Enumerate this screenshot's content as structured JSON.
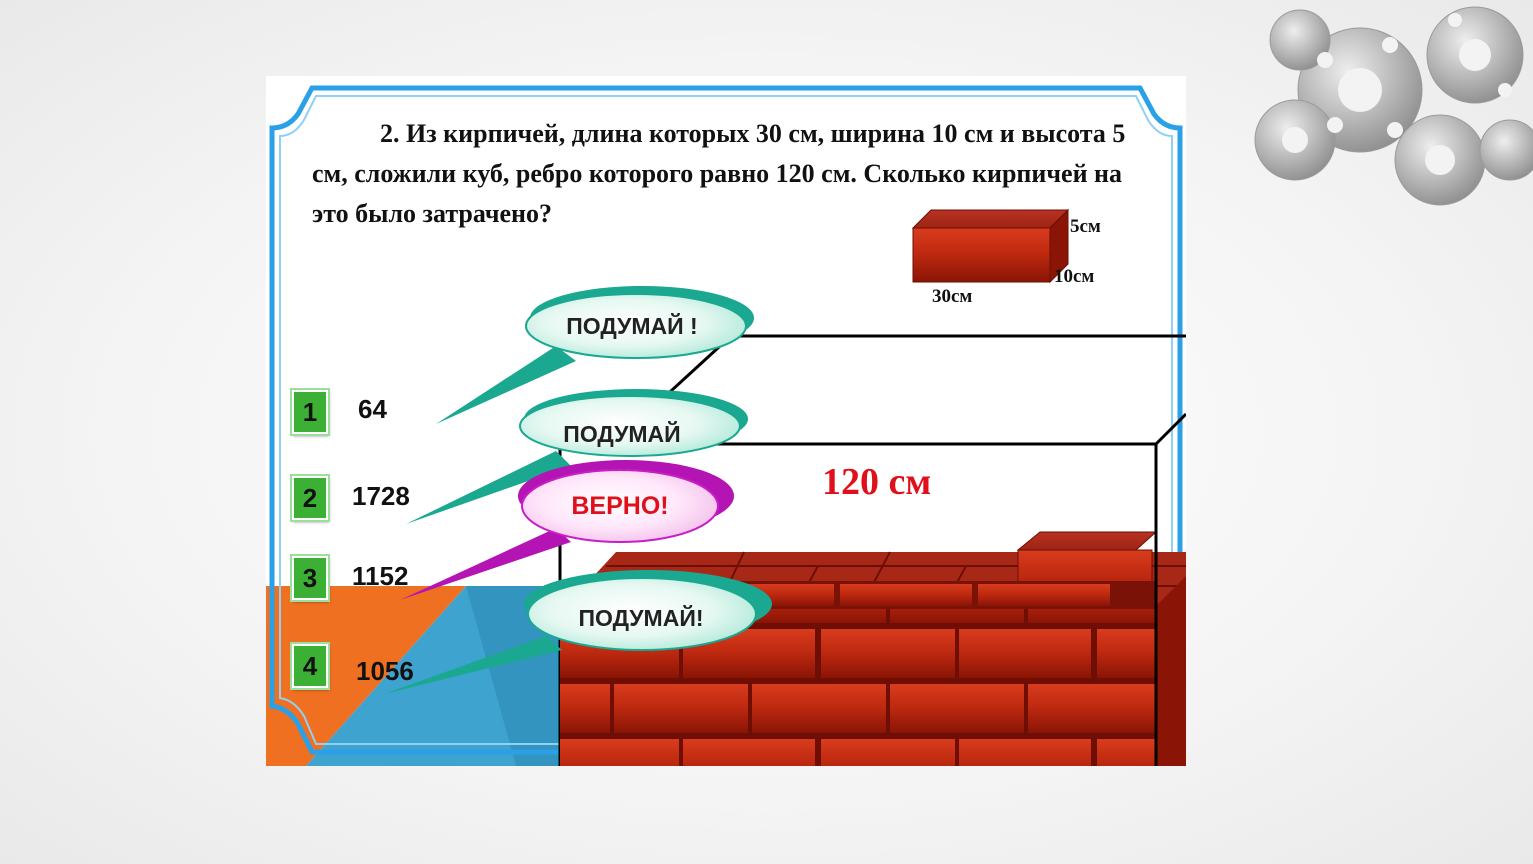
{
  "question": {
    "text": "2. Из кирпичей, длина которых 30 см, ширина 10 см и высота 5 см, сложили куб, ребро которого равно 120 см. Сколько кирпичей на это было затрачено?"
  },
  "brick_dimensions": {
    "height": "5см",
    "width": "10см",
    "length": "30см"
  },
  "cube": {
    "edge_label": "120 см"
  },
  "options": [
    {
      "number": "1",
      "value": "64"
    },
    {
      "number": "2",
      "value": "1728"
    },
    {
      "number": "3",
      "value": "1152"
    },
    {
      "number": "4",
      "value": "1056"
    }
  ],
  "bubbles": [
    {
      "text": "ПОДУМАЙ !",
      "color": "#20b89a"
    },
    {
      "text": "ПОДУМАЙ",
      "color": "#20b89a"
    },
    {
      "text": "ВЕРНО!",
      "color": "#c81ec8"
    },
    {
      "text": "ПОДУМАЙ!",
      "color": "#20b89a"
    }
  ],
  "colors": {
    "frame": "#2aa0e6",
    "brick": "#b81e0c",
    "option_box": "#3cb034",
    "correct_text": "#e0101a",
    "bg_orange": "#f07022",
    "bg_blue": "#3aa0cc"
  }
}
